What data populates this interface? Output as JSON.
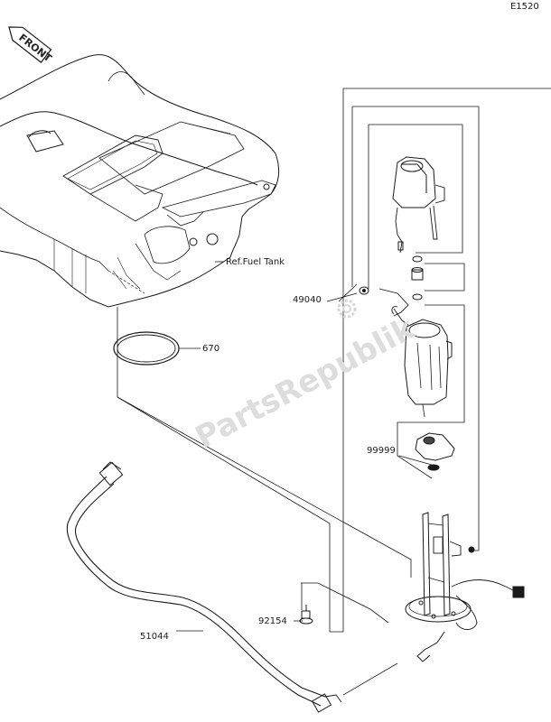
{
  "page_code": "E1520",
  "front_label": "FRONT",
  "ref_label": "Ref.Fuel Tank",
  "watermark": "PartsRepublik",
  "parts": [
    {
      "id": "670",
      "label": "670"
    },
    {
      "id": "49040",
      "label": "49040"
    },
    {
      "id": "99999",
      "label": "99999"
    },
    {
      "id": "92154",
      "label": "92154"
    },
    {
      "id": "51044",
      "label": "51044"
    }
  ],
  "colors": {
    "line": "#1a1a1a",
    "watermark": "#dddddd",
    "background": "#ffffff"
  }
}
